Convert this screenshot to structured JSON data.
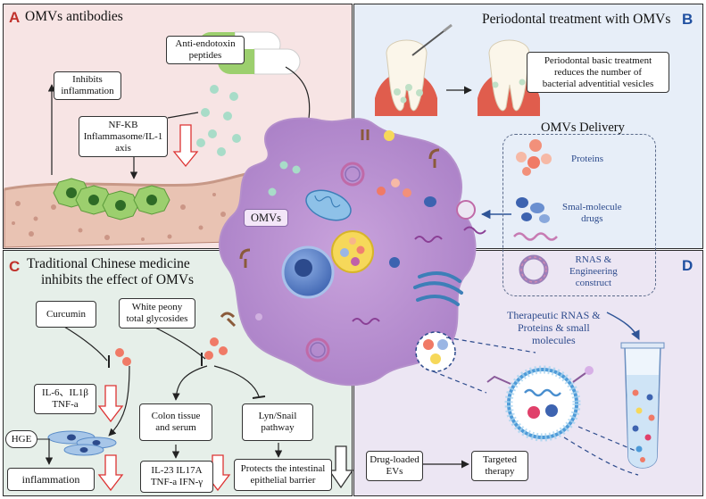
{
  "panel_a": {
    "letter": "A",
    "title": "OMVs antibodies",
    "peptide_label": "Anti-endotoxin\npeptides",
    "inhibits_label": "Inhibits\ninflammation",
    "pathway_label": "NF-KB\nInflammasome/IL-1\naxis"
  },
  "panel_b": {
    "letter": "B",
    "title": "Periodontal treatment with OMVs",
    "treatment_label": "Periodontal basic treatment\nreduces the number of\nbacterial adventitial vesicles",
    "delivery_title": "OMVs Delivery",
    "proteins": "Proteins",
    "small_molecule": "Smal-molecule\ndrugs",
    "rnas": "RNAS &\nEngineering\nconstruct"
  },
  "cell": {
    "omvs_label": "OMVs"
  },
  "panel_c": {
    "letter": "C",
    "title_line1": "Traditional Chinese medicine",
    "title_line2": "inhibits the effect of OMVs",
    "curcumin": "Curcumin",
    "peony": "White peony\ntotal glycosides",
    "cytokines": "IL-6、IL1β\nTNF-a",
    "hge": "HGE",
    "inflammation": "inflammation",
    "colon": "Colon tissue\nand serum",
    "lyn": "Lyn/Snail\npathway",
    "il23": "IL-23 IL17A\nTNF-a IFN-γ",
    "protects": "Protects the intestinal\nepithelial barrier"
  },
  "panel_d": {
    "letter": "D",
    "therapeutic": "Therapeutic RNAS &\nProteins & small\nmolecules",
    "drug_loaded": "Drug-loaded\nEVs",
    "targeted": "Targeted\ntherapy"
  }
}
